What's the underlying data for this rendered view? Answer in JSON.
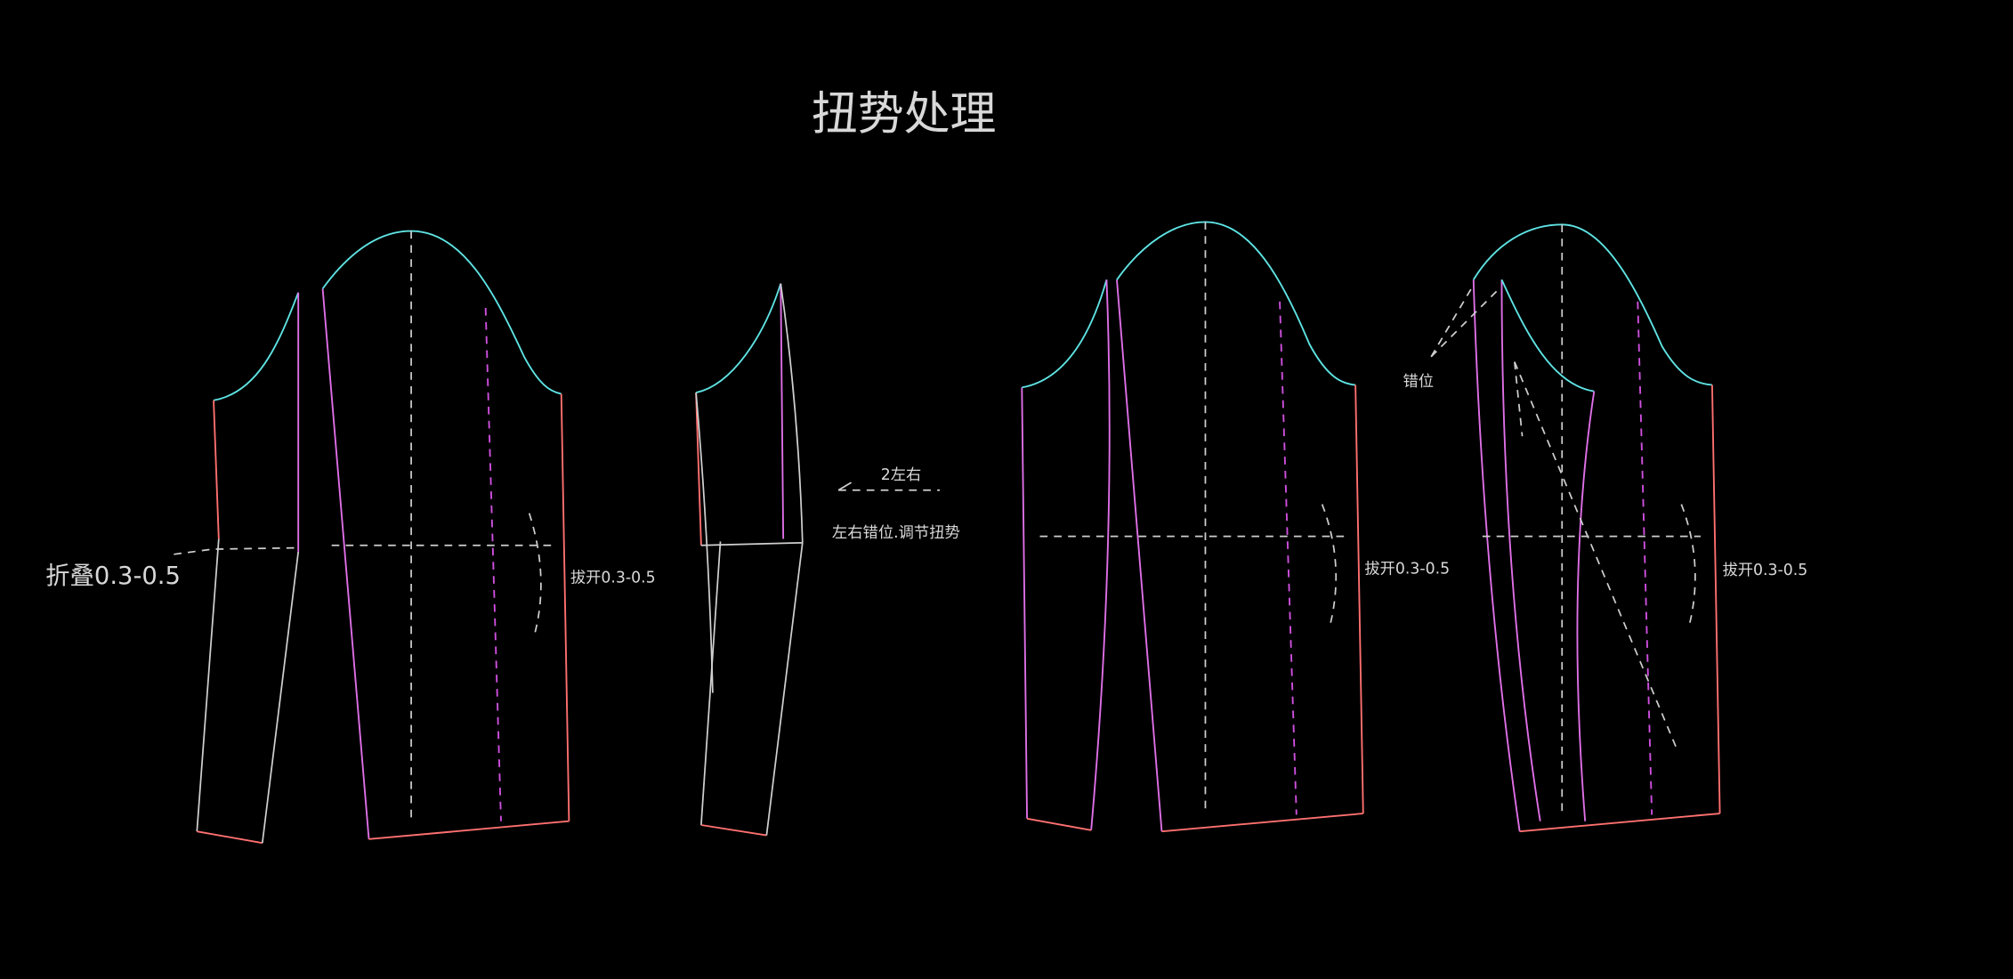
{
  "title": "扭势处理",
  "labels": {
    "fold": "折叠0.3-0.5",
    "stretch_1": "拔开0.3-0.5",
    "shift_amount": "2左右",
    "shift_note": "左右错位.调节扭势",
    "stretch_2": "拔开0.3-0.5",
    "stretch_3": "拔开0.3-0.5",
    "offset": "错位"
  },
  "colors": {
    "background": "#000000",
    "sleeve_cap": "#5fe3e3",
    "seam": "#e070e8",
    "edge": "#ff7070",
    "guide": "#cfcfcf"
  }
}
